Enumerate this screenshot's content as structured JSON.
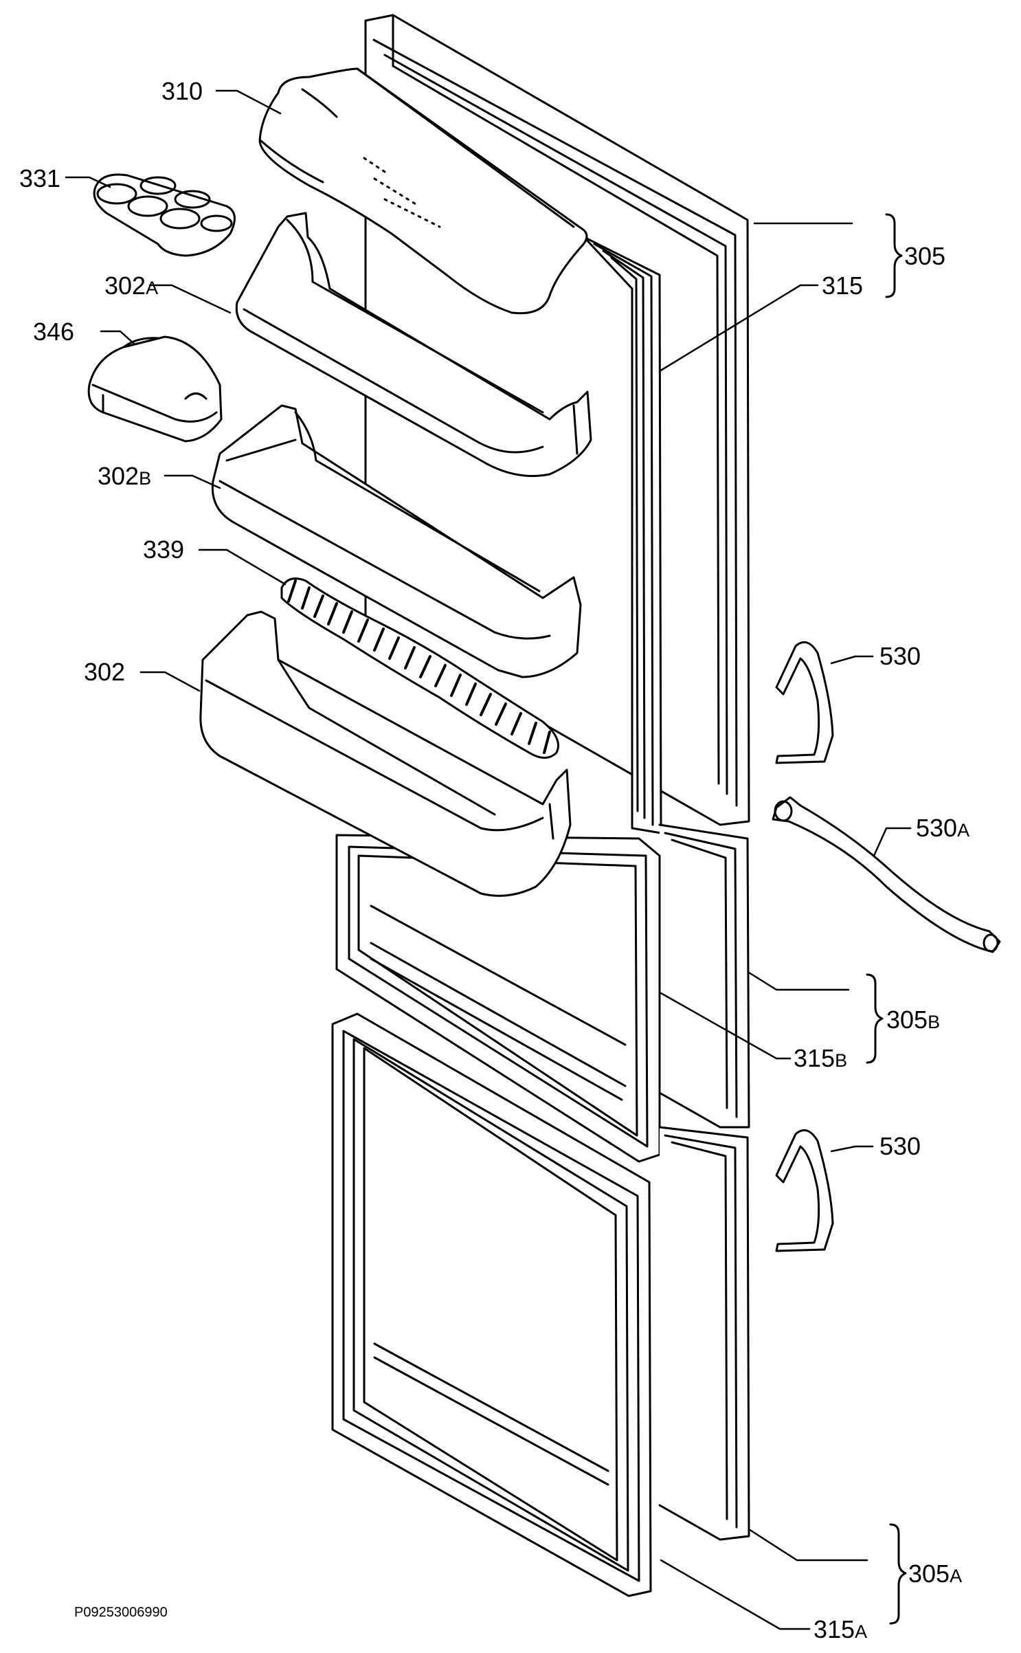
{
  "labels": {
    "l310": "310",
    "l331": "331",
    "l302a": {
      "num": "302",
      "suffix": "A"
    },
    "l346": "346",
    "l302b": {
      "num": "302",
      "suffix": "B"
    },
    "l339": "339",
    "l302": "302",
    "l305": "305",
    "l315": "315",
    "l530_top": "530",
    "l530a": {
      "num": "530",
      "suffix": "A"
    },
    "l305b": {
      "num": "305",
      "suffix": "B"
    },
    "l315b": {
      "num": "315",
      "suffix": "B"
    },
    "l530_bottom": "530",
    "l305a": {
      "num": "305",
      "suffix": "A"
    },
    "l315a": {
      "num": "315",
      "suffix": "A"
    }
  },
  "doc_id": "P09253006990"
}
